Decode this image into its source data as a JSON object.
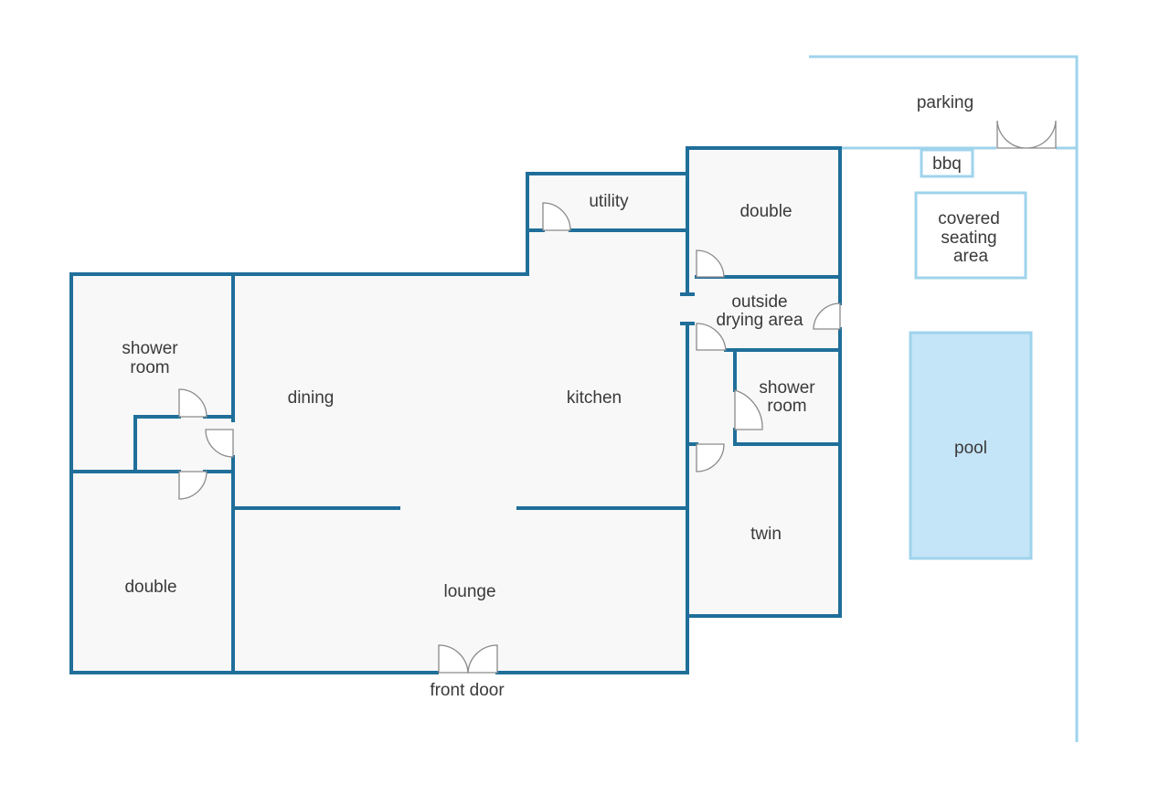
{
  "rooms": {
    "shower_room_left": [
      "shower",
      "room"
    ],
    "dining": "dining",
    "kitchen": "kitchen",
    "utility": "utility",
    "double_top": "double",
    "outside_drying": [
      "outside",
      "drying area"
    ],
    "shower_room_right": [
      "shower",
      "room"
    ],
    "twin": "twin",
    "double_left": "double",
    "lounge": "lounge"
  },
  "labels": {
    "front_door": "front door",
    "parking": "parking",
    "bbq": "bbq",
    "covered_seating": [
      "covered",
      "seating",
      "area"
    ],
    "pool": "pool"
  },
  "colors": {
    "wall": "#1f6f9a",
    "outdoor_line": "#9fd3ec",
    "pool_fill": "#c4e4f7",
    "floor": "#f8f8f8"
  }
}
